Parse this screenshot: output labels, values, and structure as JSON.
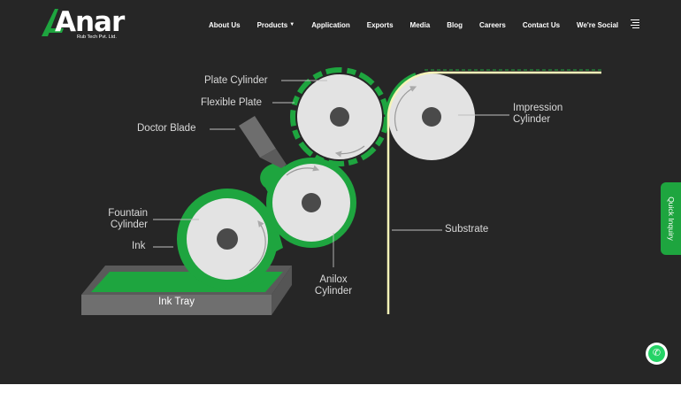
{
  "header": {
    "logo": {
      "brand": "Anar",
      "tagline": "Rub Tech Pvt. Ltd.",
      "accent": "#1ea53f"
    },
    "nav": [
      {
        "label": "About Us",
        "dropdown": false
      },
      {
        "label": "Products",
        "dropdown": true
      },
      {
        "label": "Application",
        "dropdown": false
      },
      {
        "label": "Exports",
        "dropdown": false
      },
      {
        "label": "Media",
        "dropdown": false
      },
      {
        "label": "Blog",
        "dropdown": false
      },
      {
        "label": "Careers",
        "dropdown": false
      },
      {
        "label": "Contact Us",
        "dropdown": false
      },
      {
        "label": "We're Social",
        "dropdown": false
      }
    ],
    "menu_icon": "hamburger-icon"
  },
  "diagram": {
    "labels": {
      "plate_cylinder": "Plate Cylinder",
      "flexible_plate": "Flexible Plate",
      "doctor_blade": "Doctor Blade",
      "impression_cylinder": "Impression\nCylinder",
      "fountain_cylinder": "Fountain\nCylinder",
      "ink": "Ink",
      "substrate": "Substrate",
      "anilox_cylinder": "Anilox\nCylinder",
      "ink_tray": "Ink Tray"
    },
    "colors": {
      "ink_green": "#1ea53f",
      "cylinder": "#e3e3e3",
      "hub": "#4a4a4a",
      "substrate": "#f5f3b8",
      "tray": "#6f6f6f"
    }
  },
  "widgets": {
    "quick_inquiry": "Quick Inquiry",
    "whatsapp_icon": "whatsapp-icon"
  }
}
